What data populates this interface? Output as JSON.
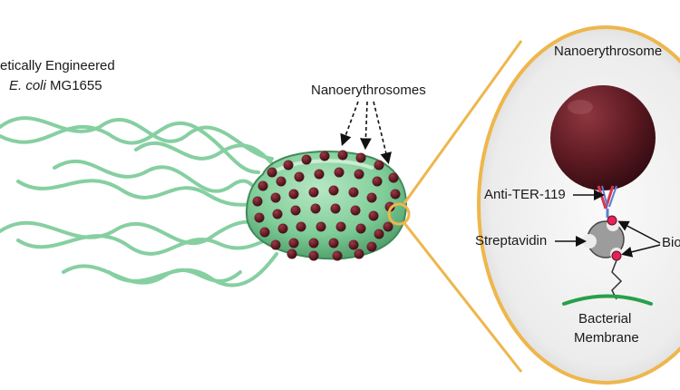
{
  "labels": {
    "engineered_line1": "etically Engineered",
    "engineered_italic": "E. coli",
    "engineered_strain": " MG1655",
    "nanoerythrosomes": "Nanoerythrosomes",
    "nanoerythrosome": "Nanoerythrosome",
    "anti_ter": "Anti-TER-119",
    "streptavidin": "Streptavidin",
    "biotin": "Bio",
    "membrane_line1": "Bacterial",
    "membrane_line2": "Membrane"
  },
  "colors": {
    "flagella": "#86cfa1",
    "bacterium_body": "#7fcd98",
    "nanoparticle": "#5a1820",
    "zoom_border": "#eeb64c",
    "membrane": "#27a04a",
    "antibody_red": "#d9364a",
    "antibody_blue": "#5a7fd6",
    "biotin": "#e0245a"
  },
  "icons": {
    "streptavidin": "streptavidin-icon",
    "arrows": "arrow-icon"
  }
}
